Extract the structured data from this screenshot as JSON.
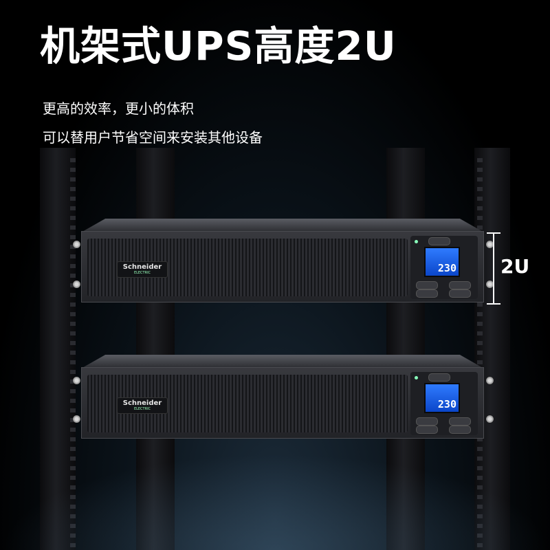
{
  "headline": "机架式UPS高度2U",
  "subtitle_line1": "更高的效率，更小的体积",
  "subtitle_line2": "可以替用户节省空间来安装其他设备",
  "dimension_label": "2U",
  "ups_units": [
    {
      "brand": "Schneider",
      "brand_sub": "ELECTRIC",
      "display_value": "230"
    },
    {
      "brand": "Schneider",
      "brand_sub": "ELECTRIC",
      "display_value": "230"
    }
  ],
  "colors": {
    "background": "#000000",
    "text": "#ffffff",
    "lcd": "#2f7bff"
  }
}
